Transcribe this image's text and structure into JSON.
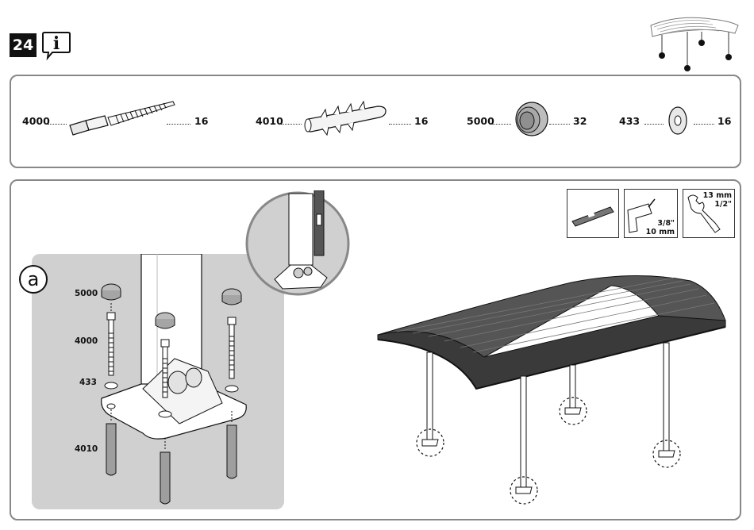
{
  "header": {
    "step_number": "24",
    "info_icon": "info-speech-icon",
    "overview_icon": "carport-overview-icon"
  },
  "parts": [
    {
      "code": "4000",
      "quantity": "16",
      "icon": "hex-lag-screw-icon"
    },
    {
      "code": "4010",
      "quantity": "16",
      "icon": "wall-anchor-icon"
    },
    {
      "code": "5000",
      "quantity": "32",
      "icon": "screw-cap-icon"
    },
    {
      "code": "433",
      "quantity": "16",
      "icon": "washer-icon"
    }
  ],
  "detail": {
    "label": "a",
    "codes": {
      "cap": "5000",
      "screw": "4000",
      "washer": "433",
      "anchor": "4010"
    }
  },
  "tools": {
    "level": {
      "icon": "spirit-level-icon"
    },
    "drill": {
      "icon": "drill-icon",
      "size_in": "3/8\"",
      "size_mm": "10 mm"
    },
    "wrench": {
      "icon": "wrench-icon",
      "size_mm": "13 mm",
      "size_in": "1/2\""
    }
  },
  "colors": {
    "frame": "#888888",
    "detail_bg": "#d0d0d0",
    "ink": "#111111"
  }
}
